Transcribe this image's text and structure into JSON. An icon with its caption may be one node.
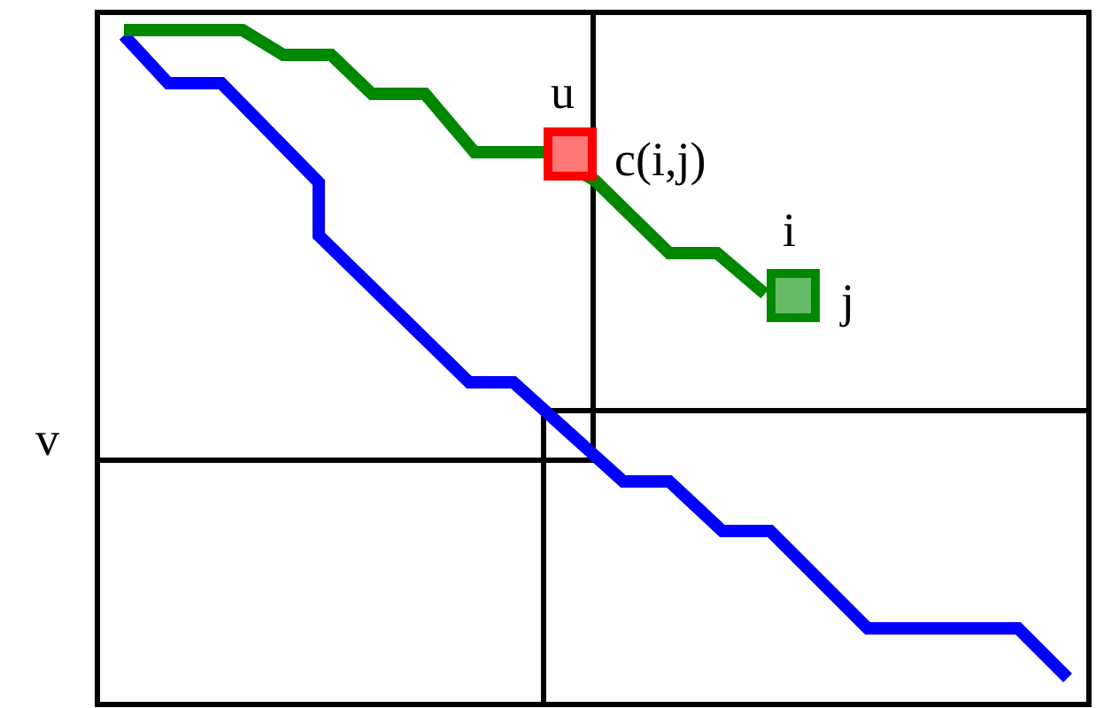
{
  "diagram": {
    "nodes": [
      {
        "text": [],
        "shape": "box",
        "beside": [
          "c(i,j)"
        ]
      },
      {
        "text": [],
        "shape": "box",
        "beside": [
          "i",
          "j"
        ]
      }
    ],
    "labels": [
      "u",
      "v"
    ]
  }
}
